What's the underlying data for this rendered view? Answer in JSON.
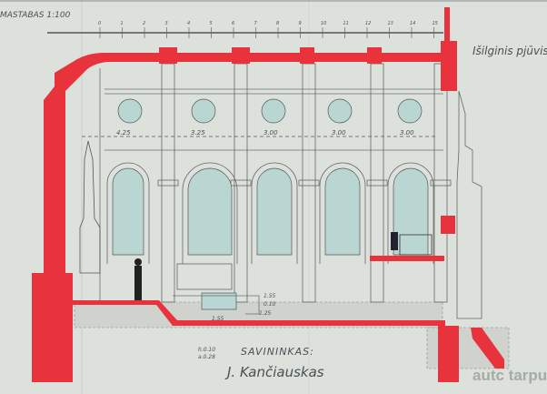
{
  "drawing": {
    "scale_label": "MASTABAS 1:100",
    "scale_ticks": [
      "0",
      "1",
      "2",
      "3",
      "4",
      "5",
      "6",
      "7",
      "8",
      "9",
      "10",
      "11",
      "12",
      "13",
      "14",
      "15"
    ],
    "section_title": "Išilginis pjūvis",
    "dimensions": [
      "4.25",
      "3.25",
      "3.00",
      "3.00",
      "3.00"
    ],
    "small_dims": [
      "1.55",
      "0.10",
      "1.25",
      "1.55"
    ],
    "levels": [
      "h.0.10",
      "a.0.28"
    ],
    "owner_label": "SAVININKAS:",
    "owner_signature": "J. Kančiauskas",
    "watermark": "autc tarpukaris",
    "colors": {
      "paper": "#dde1dc",
      "section_cut": "#e8323c",
      "glass": "#b9d6d3"
    }
  }
}
